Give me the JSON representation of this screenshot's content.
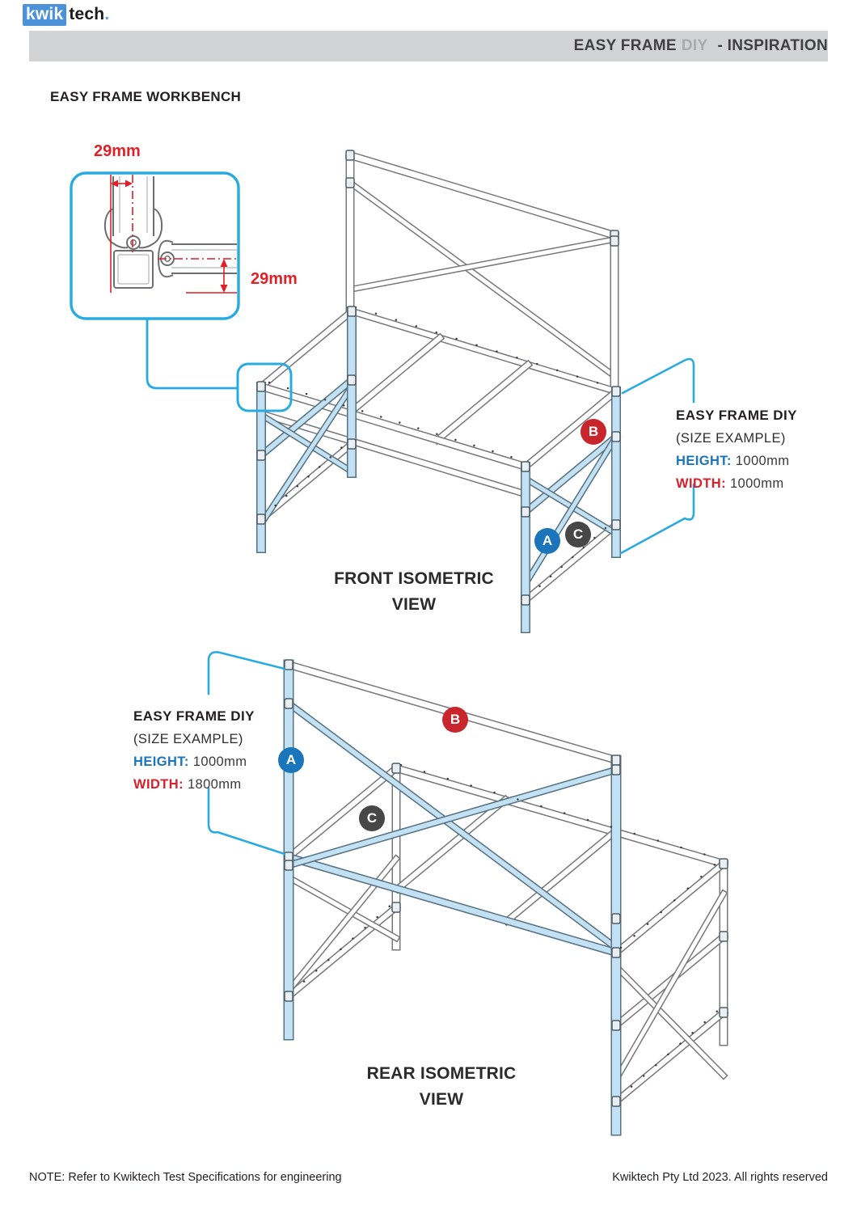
{
  "header": {
    "logo_kwik": "kwik",
    "logo_tech": "tech",
    "logo_dot": ".",
    "title_main": "EASY FRAME",
    "title_muted": "DIY",
    "title_tail": "- INSPIRATION"
  },
  "page_title": "EASY FRAME WORKBENCH",
  "detail_callout": {
    "dim_top": "29mm",
    "dim_right": "29mm"
  },
  "front_view": {
    "title_line1": "FRONT ISOMETRIC",
    "title_line2": "VIEW",
    "annotation": {
      "title": "EASY FRAME DIY",
      "subtitle": "(SIZE EXAMPLE)",
      "height_label": "HEIGHT:",
      "height_value": "1000mm",
      "width_label": "WIDTH:",
      "width_value": "1000mm"
    },
    "label_a": "A",
    "label_b": "B",
    "label_c": "C"
  },
  "rear_view": {
    "title_line1": "REAR ISOMETRIC",
    "title_line2": "VIEW",
    "annotation": {
      "title": "EASY FRAME DIY",
      "subtitle": "(SIZE EXAMPLE)",
      "height_label": "HEIGHT:",
      "height_value": "1000mm",
      "width_label": "WIDTH:",
      "width_value": "1800mm"
    },
    "label_a": "A",
    "label_b": "B",
    "label_c": "C"
  },
  "footer": {
    "note": "NOTE: Refer to Kwiktech Test Specifications for engineering",
    "copyright": "Kwiktech Pty Ltd 2023. All rights reserved"
  },
  "colors": {
    "accent_blue": "#29abe2",
    "member_blue_fill": "#c2e1f5",
    "member_outline": "#56707f",
    "label_blue": "#1b75bb",
    "label_red": "#c9252c",
    "label_gray": "#474747",
    "dimension_red": "#e01f26",
    "header_bar": "#d1d3d4",
    "logo_blue": "#4c92d9"
  }
}
